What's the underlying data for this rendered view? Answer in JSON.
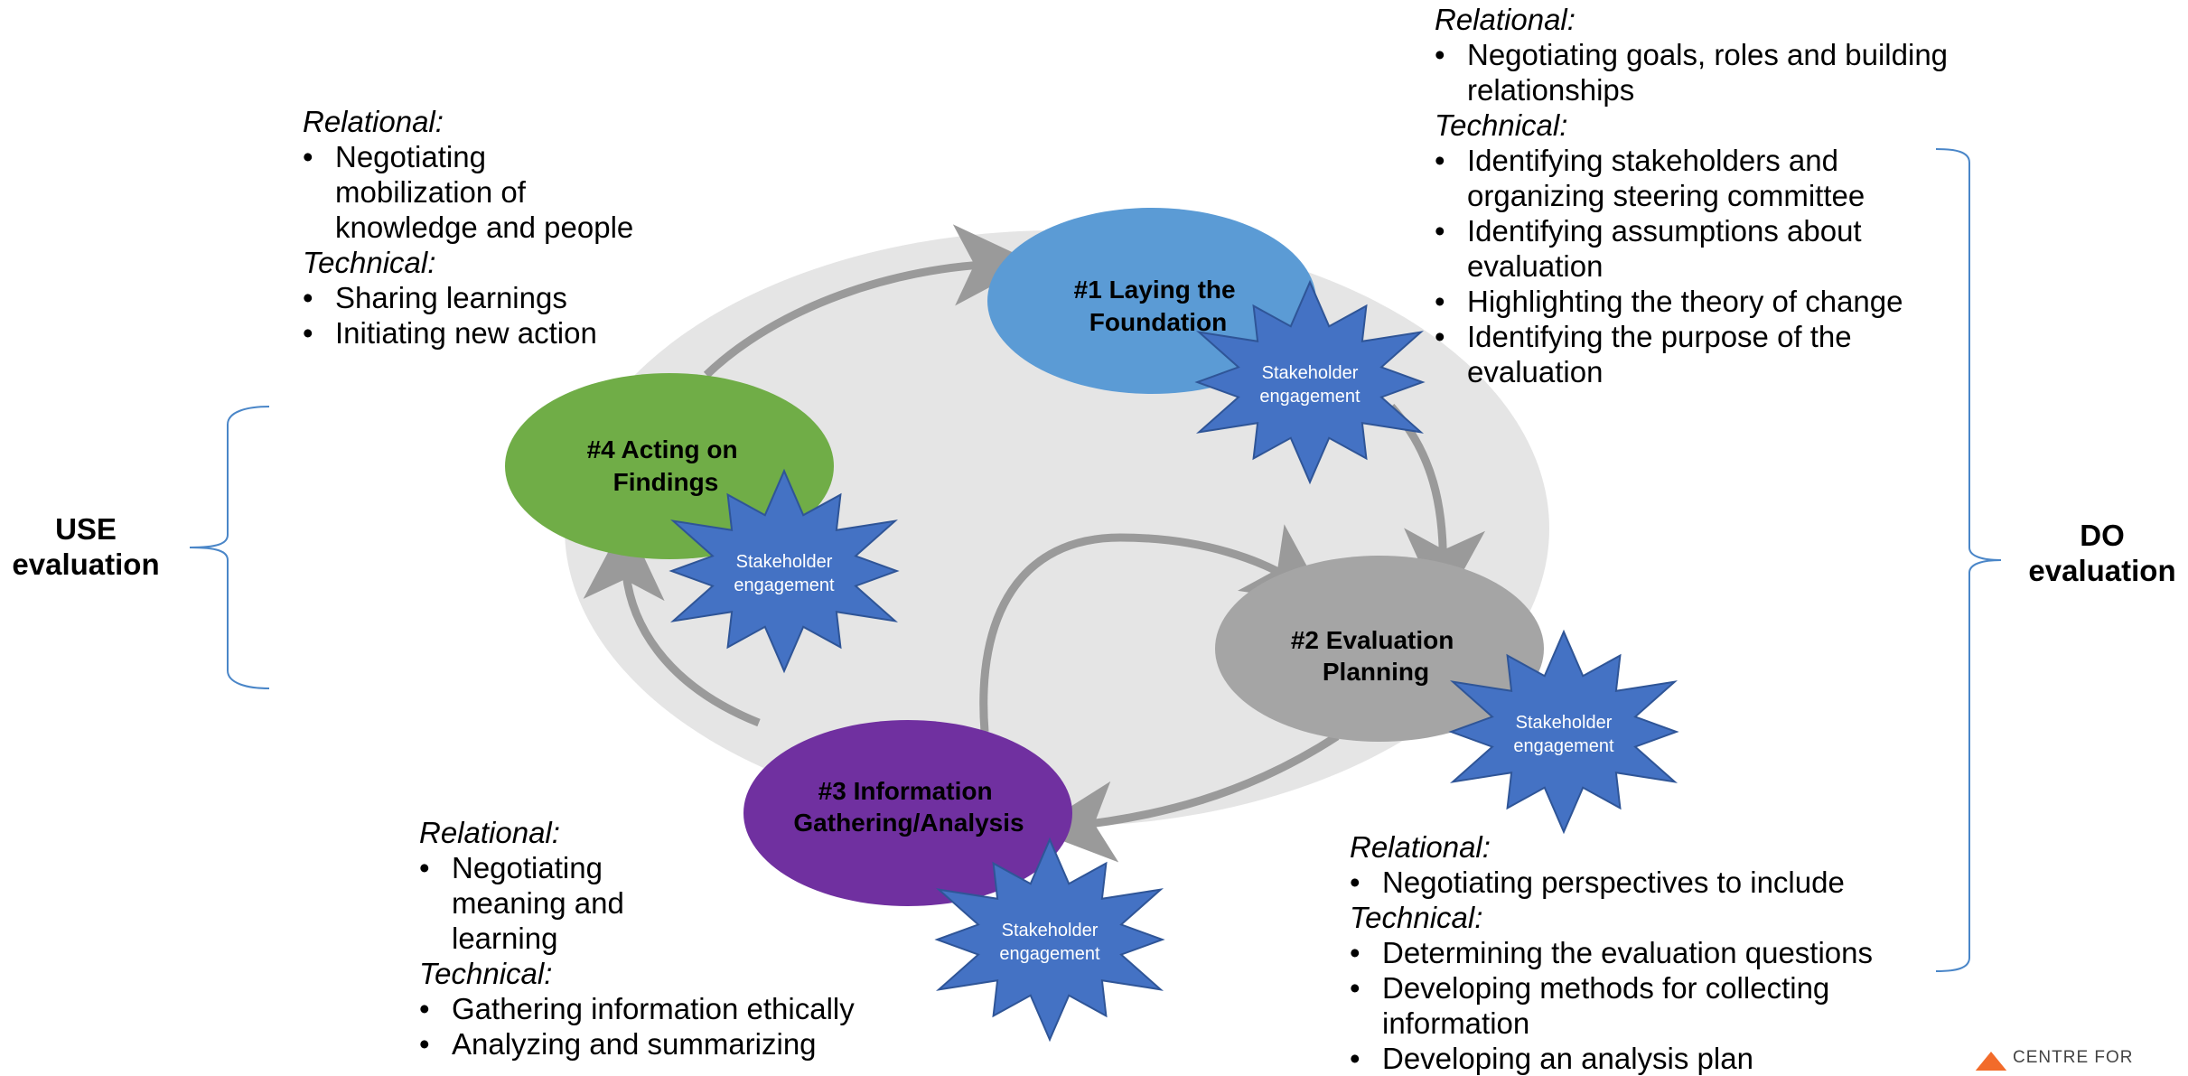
{
  "stages": [
    {
      "line1": "#1 Laying the",
      "line2": "Foundation",
      "color": "#5b9bd5"
    },
    {
      "line1": "#2 Evaluation",
      "line2": "Planning",
      "color": "#a5a5a5"
    },
    {
      "line1": "#3 Information",
      "line2": "Gathering/Analysis",
      "color": "#7030a0"
    },
    {
      "line1": "#4 Acting on",
      "line2": "Findings",
      "color": "#70ad47"
    }
  ],
  "stakeholder": {
    "line1": "Stakeholder",
    "line2": "engagement",
    "color": "#4472c4"
  },
  "phases": {
    "use": {
      "line1": "USE",
      "line2": "evaluation"
    },
    "do": {
      "line1": "DO",
      "line2": "evaluation"
    }
  },
  "blocks": {
    "stage1": {
      "relational_header": "Relational:",
      "relational": [
        "Negotiating goals, roles and building relationships"
      ],
      "technical_header": "Technical:",
      "technical": [
        "Identifying stakeholders and organizing steering committee",
        "Identifying assumptions about evaluation",
        "Highlighting the theory of change",
        "Identifying the purpose of the evaluation"
      ]
    },
    "stage2": {
      "relational_header": "Relational:",
      "relational": [
        "Negotiating perspectives to include"
      ],
      "technical_header": "Technical:",
      "technical": [
        "Determining the evaluation questions",
        "Developing methods for collecting information",
        "Developing an analysis plan"
      ]
    },
    "stage3": {
      "relational_header": "Relational:",
      "relational": [
        "Negotiating meaning and learning"
      ],
      "technical_header": "Technical:",
      "technical": [
        "Gathering information ethically",
        "Analyzing and summarizing"
      ]
    },
    "stage4": {
      "relational_header": "Relational:",
      "relational": [
        "Negotiating mobilization of knowledge and people"
      ],
      "technical_header": "Technical:",
      "technical": [
        "Sharing learnings",
        "Initiating new action"
      ]
    }
  },
  "logo": {
    "text": "CENTRE FOR"
  },
  "colors": {
    "cycle_fill": "#e5e5e5",
    "arrow": "#9a9a9a",
    "bracket": "#4a86c8"
  }
}
